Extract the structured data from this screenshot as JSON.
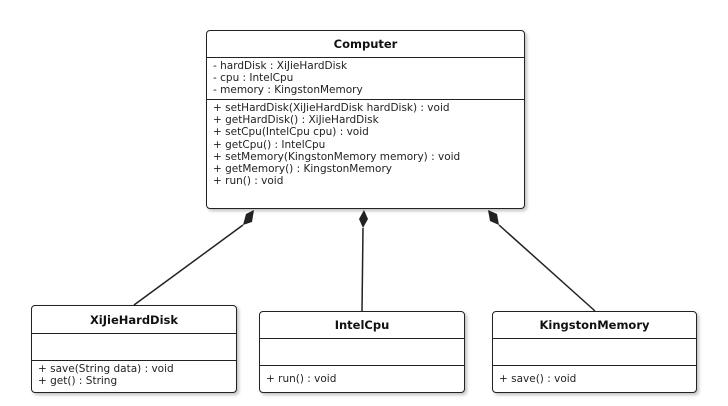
{
  "diagram": {
    "classes": {
      "computer": {
        "name": "Computer",
        "attributes": [
          "- hardDisk : XiJieHardDisk",
          "- cpu : IntelCpu",
          "- memory : KingstonMemory"
        ],
        "operations": [
          "+ setHardDisk(XiJieHardDisk hardDisk) : void",
          "+ getHardDisk() : XiJieHardDisk",
          "+ setCpu(IntelCpu cpu) : void",
          "+ getCpu() : IntelCpu",
          "+ setMemory(KingstonMemory memory) : void",
          "+ getMemory() : KingstonMemory",
          "+ run() : void"
        ]
      },
      "hdd": {
        "name": "XiJieHardDisk",
        "attributes": [],
        "operations": [
          "+ save(String data) : void",
          "+ get() : String"
        ]
      },
      "cpu": {
        "name": "IntelCpu",
        "attributes": [],
        "operations": [
          "+ run() : void"
        ]
      },
      "mem": {
        "name": "KingstonMemory",
        "attributes": [],
        "operations": [
          "+ save() : void"
        ]
      }
    },
    "relations": [
      {
        "type": "composition",
        "whole": "Computer",
        "part": "XiJieHardDisk"
      },
      {
        "type": "composition",
        "whole": "Computer",
        "part": "IntelCpu"
      },
      {
        "type": "composition",
        "whole": "Computer",
        "part": "KingstonMemory"
      }
    ],
    "colors": {
      "line": "#222222",
      "background": "#ffffff"
    }
  }
}
